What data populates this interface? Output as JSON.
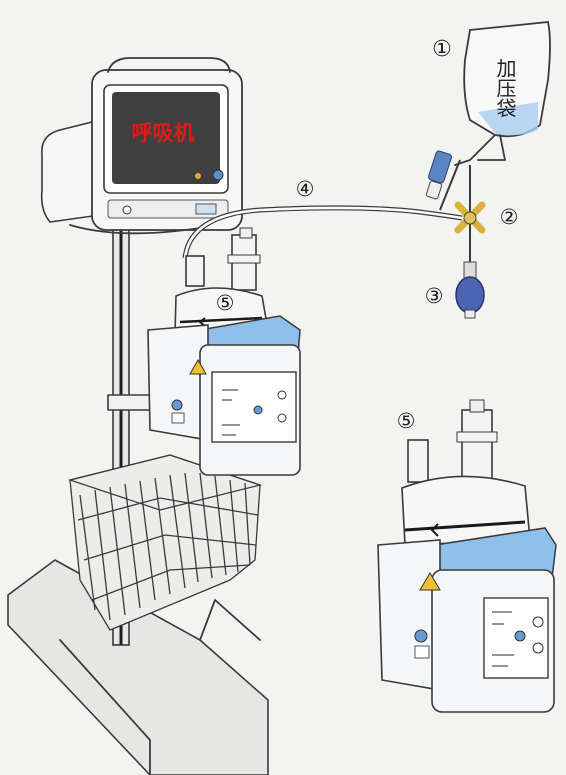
{
  "labels": {
    "ventilator": "呼吸机",
    "pressure_bag": "加压袋",
    "marker_1": "①",
    "marker_2": "②",
    "marker_3": "③",
    "marker_4": "④",
    "marker_5_main": "⑤",
    "marker_5_detail": "⑤"
  },
  "colors": {
    "ventilator_text": "#e01a1a",
    "screen": "#3f3f3f",
    "fluid_blue": "#7fb6e6",
    "valve_yellow": "#d8b23a",
    "device_body": "#f4f6f8",
    "outline": "#3a3a3a"
  }
}
